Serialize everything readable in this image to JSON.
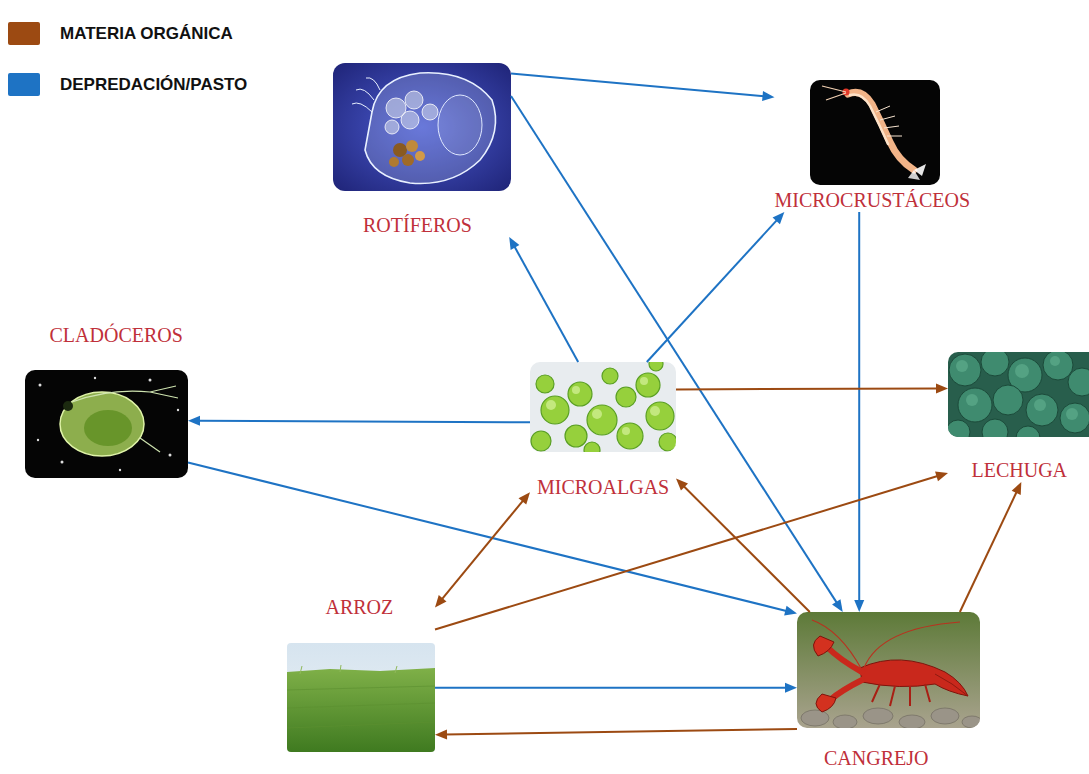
{
  "diagram": {
    "nodes": [
      {
        "text": [
          "ROTÍFEROS"
        ]
      },
      {
        "text": [
          "MICROCRUSTÁCEOS"
        ]
      },
      {
        "text": [
          "CLADÓCEROS"
        ]
      },
      {
        "text": [
          "MICROALGAS"
        ]
      },
      {
        "text": [
          "LECHUGA"
        ]
      },
      {
        "text": [
          "ARROZ"
        ]
      },
      {
        "text": [
          "CANGREJO"
        ]
      }
    ],
    "edges": [
      {
        "from": 0,
        "to": 1,
        "arrow": "to"
      },
      {
        "from": 0,
        "to": 6,
        "arrow": "to"
      },
      {
        "from": 3,
        "to": 0,
        "arrow": "to"
      },
      {
        "from": 3,
        "to": 1,
        "arrow": "to"
      },
      {
        "from": 3,
        "to": 2,
        "arrow": "to"
      },
      {
        "from": 1,
        "to": 6,
        "arrow": "to"
      },
      {
        "from": 2,
        "to": 6,
        "arrow": "to"
      },
      {
        "from": 5,
        "to": 6,
        "arrow": "to"
      },
      {
        "from": 3,
        "to": 4,
        "arrow": "to"
      },
      {
        "from": 3,
        "to": 5,
        "arrow": "both"
      },
      {
        "from": 5,
        "to": 4,
        "arrow": "to"
      },
      {
        "from": 6,
        "to": 3,
        "arrow": "to"
      },
      {
        "from": 6,
        "to": 4,
        "arrow": "to"
      },
      {
        "from": 6,
        "to": 5,
        "arrow": "to"
      }
    ],
    "legend": [
      {
        "text": "MATERIA ORGÁNICA",
        "color": "#9c4a12"
      },
      {
        "text": "DEPREDACIÓN/PASTO",
        "color": "#1e73c4"
      }
    ]
  }
}
